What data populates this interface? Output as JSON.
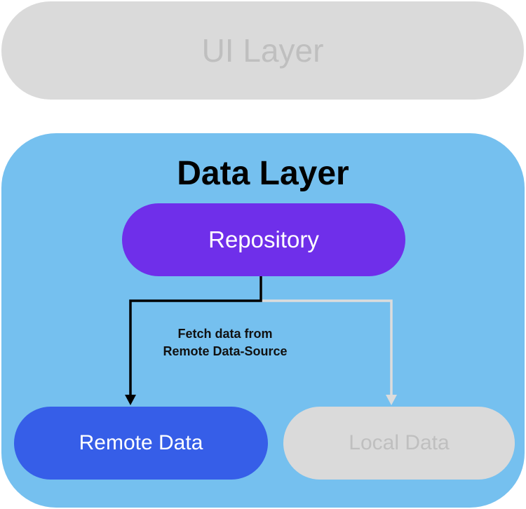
{
  "ui_layer": {
    "label": "UI Layer"
  },
  "data_layer": {
    "title": "Data Layer",
    "repository": {
      "label": "Repository"
    },
    "remote_data": {
      "label": "Remote Data"
    },
    "local_data": {
      "label": "Local Data"
    },
    "fetch_label": {
      "line1": "Fetch data from",
      "line2": "Remote Data-Source"
    }
  },
  "colors": {
    "ui_layer_bg": "#dadada",
    "ui_layer_text": "#bfbfbf",
    "data_layer_bg": "#75c0ef",
    "repository_bg": "#6f2fea",
    "remote_data_bg": "#365ee8",
    "local_data_bg": "#dadada",
    "active_arrow": "#000000",
    "inactive_arrow": "#dcdcdc"
  }
}
